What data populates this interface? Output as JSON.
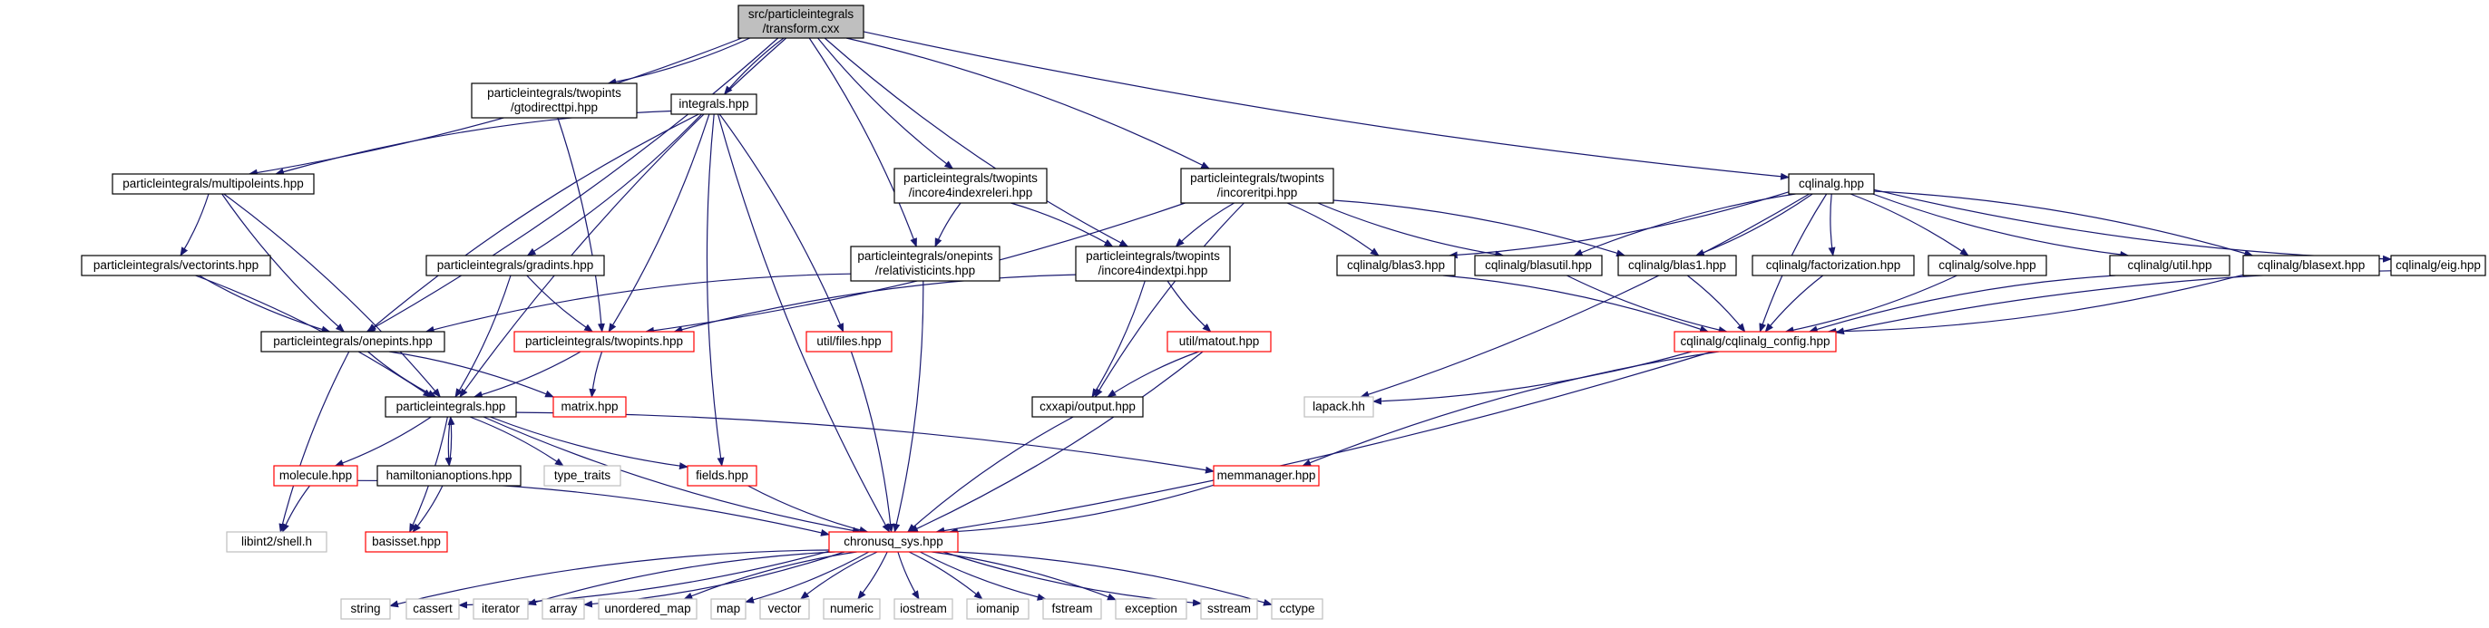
{
  "colors": {
    "edge": "#191970",
    "normal_border": "#000000",
    "red_border": "#ff0000",
    "gray_border": "#bfbfbf",
    "root_fill": "#bfbfbf",
    "text": "#000000"
  },
  "graph": {
    "nodes": [
      {
        "id": "root",
        "lines": [
          "src/particleintegrals",
          "/transform.cxx"
        ],
        "style": "root"
      },
      {
        "id": "gtodirect",
        "lines": [
          "particleintegrals/twopints",
          "/gtodirecttpi.hpp"
        ],
        "style": "normal"
      },
      {
        "id": "integrals",
        "lines": [
          "integrals.hpp"
        ],
        "style": "normal"
      },
      {
        "id": "multipole",
        "lines": [
          "particleintegrals/multipoleints.hpp"
        ],
        "style": "normal"
      },
      {
        "id": "incore4rel",
        "lines": [
          "particleintegrals/twopints",
          "/incore4indexreleri.hpp"
        ],
        "style": "normal"
      },
      {
        "id": "incoreritpi",
        "lines": [
          "particleintegrals/twopints",
          "/incoreritpi.hpp"
        ],
        "style": "normal"
      },
      {
        "id": "cqlinalg",
        "lines": [
          "cqlinalg.hpp"
        ],
        "style": "normal"
      },
      {
        "id": "vectorints",
        "lines": [
          "particleintegrals/vectorints.hpp"
        ],
        "style": "normal"
      },
      {
        "id": "gradints",
        "lines": [
          "particleintegrals/gradints.hpp"
        ],
        "style": "normal"
      },
      {
        "id": "relints",
        "lines": [
          "particleintegrals/onepints",
          "/relativisticints.hpp"
        ],
        "style": "normal"
      },
      {
        "id": "incore4tpi",
        "lines": [
          "particleintegrals/twopints",
          "/incore4indextpi.hpp"
        ],
        "style": "normal"
      },
      {
        "id": "blas3",
        "lines": [
          "cqlinalg/blas3.hpp"
        ],
        "style": "normal"
      },
      {
        "id": "blasutil",
        "lines": [
          "cqlinalg/blasutil.hpp"
        ],
        "style": "normal"
      },
      {
        "id": "blas1",
        "lines": [
          "cqlinalg/blas1.hpp"
        ],
        "style": "normal"
      },
      {
        "id": "factorization",
        "lines": [
          "cqlinalg/factorization.hpp"
        ],
        "style": "normal"
      },
      {
        "id": "solve",
        "lines": [
          "cqlinalg/solve.hpp"
        ],
        "style": "normal"
      },
      {
        "id": "util",
        "lines": [
          "cqlinalg/util.hpp"
        ],
        "style": "normal"
      },
      {
        "id": "blasext",
        "lines": [
          "cqlinalg/blasext.hpp"
        ],
        "style": "normal"
      },
      {
        "id": "eig",
        "lines": [
          "cqlinalg/eig.hpp"
        ],
        "style": "normal"
      },
      {
        "id": "onepints",
        "lines": [
          "particleintegrals/onepints.hpp"
        ],
        "style": "normal"
      },
      {
        "id": "twopints",
        "lines": [
          "particleintegrals/twopints.hpp"
        ],
        "style": "red"
      },
      {
        "id": "utilfiles",
        "lines": [
          "util/files.hpp"
        ],
        "style": "red"
      },
      {
        "id": "matout",
        "lines": [
          "util/matout.hpp"
        ],
        "style": "red"
      },
      {
        "id": "config",
        "lines": [
          "cqlinalg/cqlinalg_config.hpp"
        ],
        "style": "red"
      },
      {
        "id": "pihpp",
        "lines": [
          "particleintegrals.hpp"
        ],
        "style": "normal"
      },
      {
        "id": "matrix",
        "lines": [
          "matrix.hpp"
        ],
        "style": "red"
      },
      {
        "id": "output",
        "lines": [
          "cxxapi/output.hpp"
        ],
        "style": "normal"
      },
      {
        "id": "lapack",
        "lines": [
          "lapack.hh"
        ],
        "style": "gray"
      },
      {
        "id": "molecule",
        "lines": [
          "molecule.hpp"
        ],
        "style": "red"
      },
      {
        "id": "hamiltonian",
        "lines": [
          "hamiltonianoptions.hpp"
        ],
        "style": "normal"
      },
      {
        "id": "typetraits",
        "lines": [
          "type_traits"
        ],
        "style": "gray"
      },
      {
        "id": "fields",
        "lines": [
          "fields.hpp"
        ],
        "style": "red"
      },
      {
        "id": "memmanager",
        "lines": [
          "memmanager.hpp"
        ],
        "style": "red"
      },
      {
        "id": "libint",
        "lines": [
          "libint2/shell.h"
        ],
        "style": "gray"
      },
      {
        "id": "basisset",
        "lines": [
          "basisset.hpp"
        ],
        "style": "red"
      },
      {
        "id": "chronusq",
        "lines": [
          "chronusq_sys.hpp"
        ],
        "style": "red"
      },
      {
        "id": "string",
        "lines": [
          "string"
        ],
        "style": "gray"
      },
      {
        "id": "cassert",
        "lines": [
          "cassert"
        ],
        "style": "gray"
      },
      {
        "id": "iterator",
        "lines": [
          "iterator"
        ],
        "style": "gray"
      },
      {
        "id": "array",
        "lines": [
          "array"
        ],
        "style": "gray"
      },
      {
        "id": "unordered_map",
        "lines": [
          "unordered_map"
        ],
        "style": "gray"
      },
      {
        "id": "map",
        "lines": [
          "map"
        ],
        "style": "gray"
      },
      {
        "id": "vector",
        "lines": [
          "vector"
        ],
        "style": "gray"
      },
      {
        "id": "numeric",
        "lines": [
          "numeric"
        ],
        "style": "gray"
      },
      {
        "id": "iostream",
        "lines": [
          "iostream"
        ],
        "style": "gray"
      },
      {
        "id": "iomanip",
        "lines": [
          "iomanip"
        ],
        "style": "gray"
      },
      {
        "id": "fstream",
        "lines": [
          "fstream"
        ],
        "style": "gray"
      },
      {
        "id": "exception",
        "lines": [
          "exception"
        ],
        "style": "gray"
      },
      {
        "id": "sstream",
        "lines": [
          "sstream"
        ],
        "style": "gray"
      },
      {
        "id": "cctype",
        "lines": [
          "cctype"
        ],
        "style": "gray"
      }
    ],
    "edges": [
      [
        "root",
        "gtodirect"
      ],
      [
        "root",
        "integrals"
      ],
      [
        "root",
        "multipole"
      ],
      [
        "root",
        "incore4rel"
      ],
      [
        "root",
        "incoreritpi"
      ],
      [
        "root",
        "cqlinalg"
      ],
      [
        "root",
        "onepints"
      ],
      [
        "root",
        "pihpp"
      ],
      [
        "root",
        "relints"
      ],
      [
        "root",
        "incore4tpi"
      ],
      [
        "gtodirect",
        "twopints"
      ],
      [
        "integrals",
        "multipole"
      ],
      [
        "integrals",
        "gradints"
      ],
      [
        "integrals",
        "onepints"
      ],
      [
        "integrals",
        "twopints"
      ],
      [
        "integrals",
        "fields"
      ],
      [
        "integrals",
        "utilfiles"
      ],
      [
        "integrals",
        "chronusq"
      ],
      [
        "multipole",
        "vectorints"
      ],
      [
        "multipole",
        "onepints"
      ],
      [
        "multipole",
        "pihpp"
      ],
      [
        "vectorints",
        "onepints"
      ],
      [
        "vectorints",
        "pihpp"
      ],
      [
        "gradints",
        "twopints"
      ],
      [
        "gradints",
        "pihpp"
      ],
      [
        "incore4rel",
        "relints"
      ],
      [
        "incore4rel",
        "incore4tpi"
      ],
      [
        "relints",
        "onepints"
      ],
      [
        "relints",
        "chronusq"
      ],
      [
        "incoreritpi",
        "incore4tpi"
      ],
      [
        "incoreritpi",
        "twopints"
      ],
      [
        "incoreritpi",
        "output"
      ],
      [
        "incoreritpi",
        "blas3"
      ],
      [
        "incoreritpi",
        "blasutil"
      ],
      [
        "incoreritpi",
        "blas1"
      ],
      [
        "incore4tpi",
        "twopints"
      ],
      [
        "incore4tpi",
        "output"
      ],
      [
        "incore4tpi",
        "matout"
      ],
      [
        "cqlinalg",
        "blas3"
      ],
      [
        "cqlinalg",
        "blasutil"
      ],
      [
        "cqlinalg",
        "blas1"
      ],
      [
        "cqlinalg",
        "factorization"
      ],
      [
        "cqlinalg",
        "solve"
      ],
      [
        "cqlinalg",
        "util"
      ],
      [
        "cqlinalg",
        "blasext"
      ],
      [
        "cqlinalg",
        "eig"
      ],
      [
        "cqlinalg",
        "lapack"
      ],
      [
        "cqlinalg",
        "config"
      ],
      [
        "blas3",
        "config"
      ],
      [
        "blasutil",
        "config"
      ],
      [
        "blas1",
        "config"
      ],
      [
        "factorization",
        "config"
      ],
      [
        "solve",
        "config"
      ],
      [
        "util",
        "config"
      ],
      [
        "blasext",
        "config"
      ],
      [
        "eig",
        "config"
      ],
      [
        "config",
        "lapack"
      ],
      [
        "config",
        "memmanager"
      ],
      [
        "config",
        "chronusq"
      ],
      [
        "onepints",
        "pihpp"
      ],
      [
        "onepints",
        "matrix"
      ],
      [
        "onepints",
        "libint"
      ],
      [
        "twopints",
        "pihpp"
      ],
      [
        "twopints",
        "matrix"
      ],
      [
        "utilfiles",
        "chronusq"
      ],
      [
        "matout",
        "output"
      ],
      [
        "matout",
        "chronusq"
      ],
      [
        "output",
        "chronusq"
      ],
      [
        "pihpp",
        "molecule"
      ],
      [
        "pihpp",
        "hamiltonian"
      ],
      [
        "pihpp",
        "typetraits"
      ],
      [
        "pihpp",
        "fields"
      ],
      [
        "pihpp",
        "memmanager"
      ],
      [
        "pihpp",
        "chronusq"
      ],
      [
        "pihpp",
        "basisset"
      ],
      [
        "hamiltonian",
        "pihpp"
      ],
      [
        "hamiltonian",
        "basisset"
      ],
      [
        "molecule",
        "libint"
      ],
      [
        "molecule",
        "chronusq"
      ],
      [
        "fields",
        "chronusq"
      ],
      [
        "memmanager",
        "chronusq"
      ],
      [
        "chronusq",
        "string"
      ],
      [
        "chronusq",
        "cassert"
      ],
      [
        "chronusq",
        "iterator"
      ],
      [
        "chronusq",
        "array"
      ],
      [
        "chronusq",
        "unordered_map"
      ],
      [
        "chronusq",
        "map"
      ],
      [
        "chronusq",
        "vector"
      ],
      [
        "chronusq",
        "numeric"
      ],
      [
        "chronusq",
        "iostream"
      ],
      [
        "chronusq",
        "iomanip"
      ],
      [
        "chronusq",
        "fstream"
      ],
      [
        "chronusq",
        "exception"
      ],
      [
        "chronusq",
        "sstream"
      ],
      [
        "chronusq",
        "cctype"
      ]
    ]
  }
}
